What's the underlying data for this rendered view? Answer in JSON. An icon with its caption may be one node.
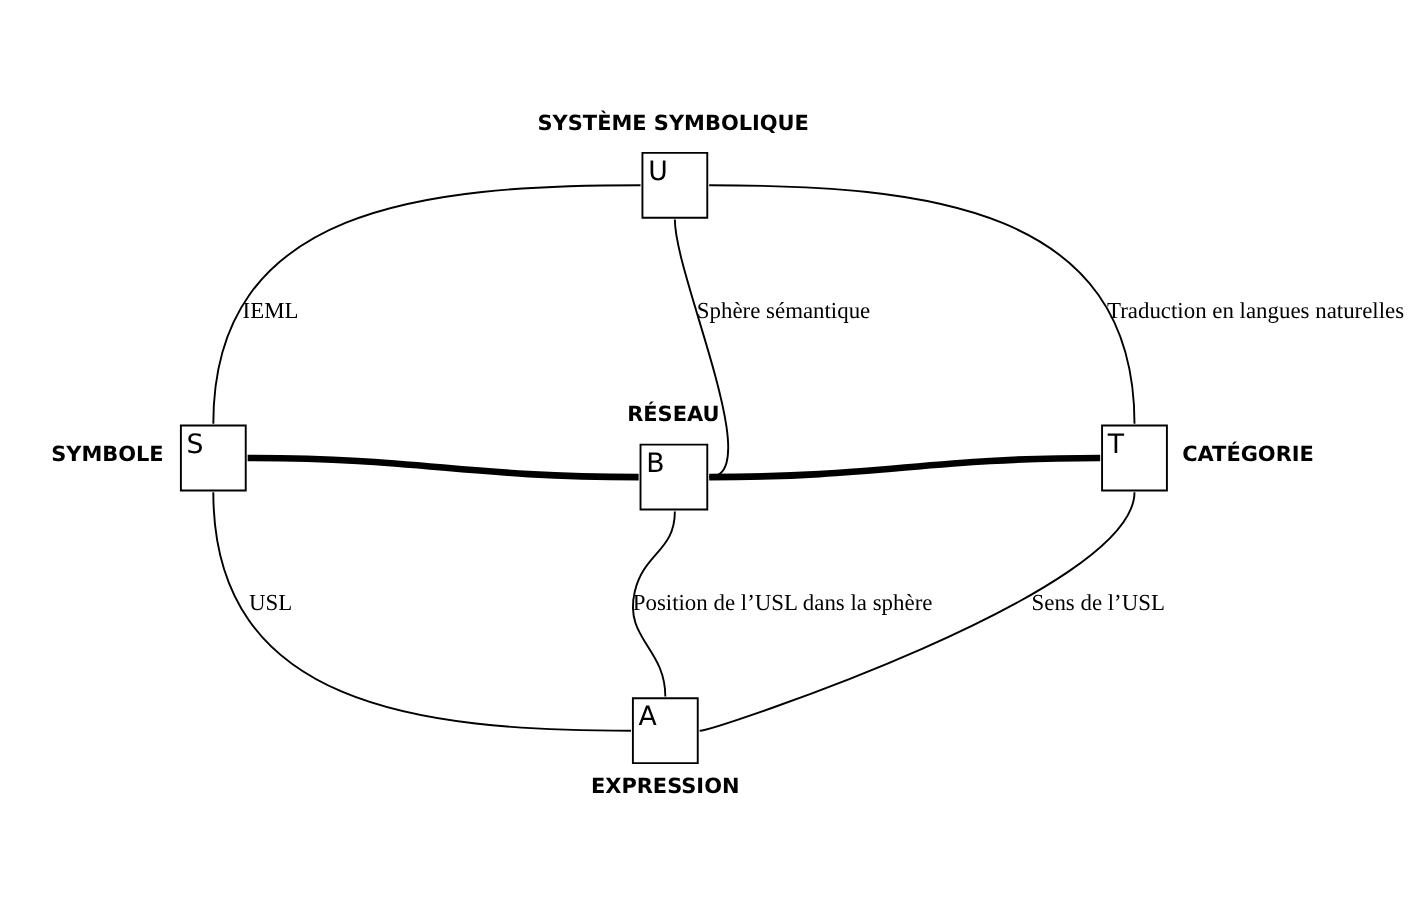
{
  "diagram": {
    "nodes": [
      {
        "text": [
          "SYSTÈME SYMBOLIQUE",
          "U"
        ]
      },
      {
        "text": [
          "SYMBOLE",
          "S"
        ]
      },
      {
        "text": [
          "RÉSEAU",
          "B"
        ]
      },
      {
        "text": [
          "T",
          "CATÉGORIE"
        ]
      },
      {
        "text": [
          "A",
          "EXPRESSION"
        ]
      }
    ],
    "edges": [
      {
        "from": 0,
        "to": 1,
        "arrow": "none",
        "label": "IEML"
      },
      {
        "from": 0,
        "to": 2,
        "arrow": "none",
        "label": "Sphère sémantique"
      },
      {
        "from": 0,
        "to": 3,
        "arrow": "none",
        "label": "Traduction en langues naturelles"
      },
      {
        "from": 1,
        "to": 2,
        "arrow": "none",
        "style": "thick"
      },
      {
        "from": 2,
        "to": 3,
        "arrow": "none",
        "style": "thick"
      },
      {
        "from": 1,
        "to": 4,
        "arrow": "none",
        "label": "USL"
      },
      {
        "from": 2,
        "to": 4,
        "arrow": "none",
        "label": "Position de l’USL dans la sphère"
      },
      {
        "from": 3,
        "to": 4,
        "arrow": "none",
        "label": "Sens de l’USL"
      }
    ]
  }
}
